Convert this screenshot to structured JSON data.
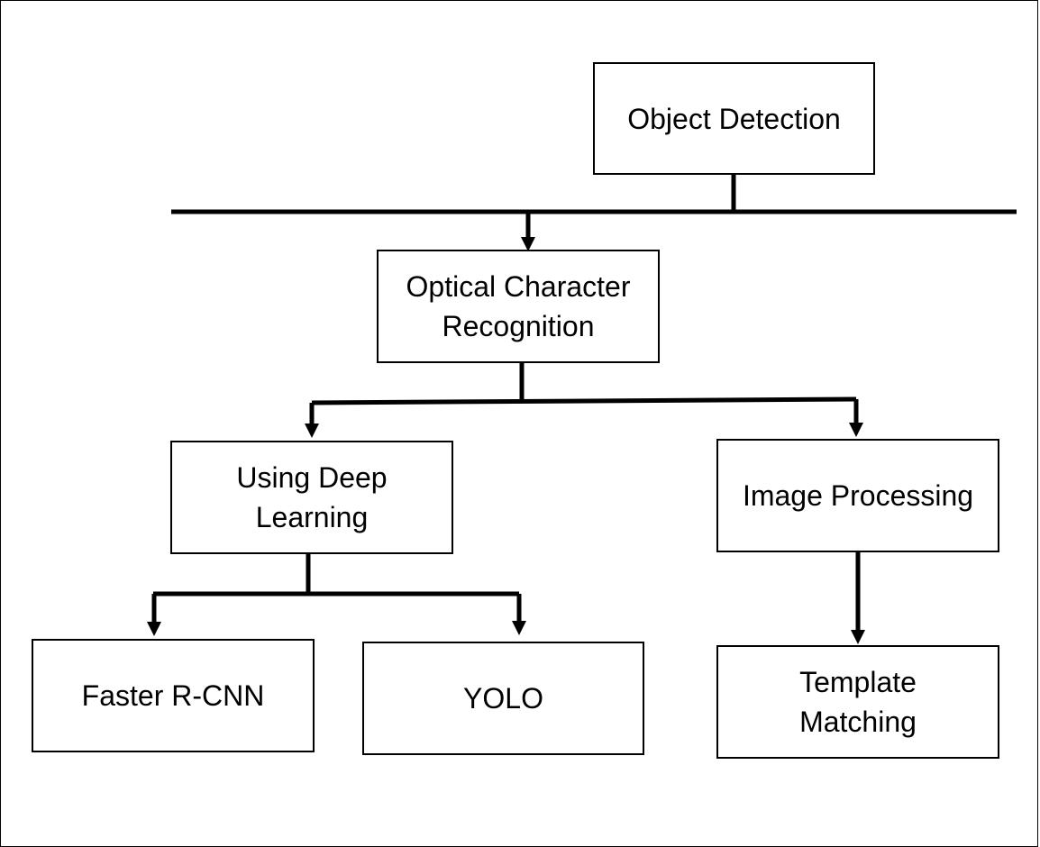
{
  "diagram": {
    "colors": {
      "line": "#000000",
      "box_border": "#000000",
      "background": "#ffffff",
      "text": "#000000"
    },
    "nodes": {
      "object_detection": {
        "label": "Object Detection"
      },
      "ocr": {
        "label_line1": "Optical Character",
        "label_line2": "Recognition"
      },
      "deep_learning": {
        "label_line1": "Using Deep",
        "label_line2": "Learning"
      },
      "image_processing": {
        "label": "Image Processing"
      },
      "faster_rcnn": {
        "label": "Faster R-CNN"
      },
      "yolo": {
        "label": "YOLO"
      },
      "template_matching": {
        "label_line1": "Template",
        "label_line2": "Matching"
      }
    },
    "edges": [
      {
        "from": "object_detection",
        "to": "ocr",
        "arrow": true
      },
      {
        "from": "ocr",
        "to": "deep_learning",
        "arrow": true
      },
      {
        "from": "ocr",
        "to": "image_processing",
        "arrow": true
      },
      {
        "from": "deep_learning",
        "to": "faster_rcnn",
        "arrow": true
      },
      {
        "from": "deep_learning",
        "to": "yolo",
        "arrow": true
      },
      {
        "from": "image_processing",
        "to": "template_matching",
        "arrow": true
      }
    ]
  }
}
